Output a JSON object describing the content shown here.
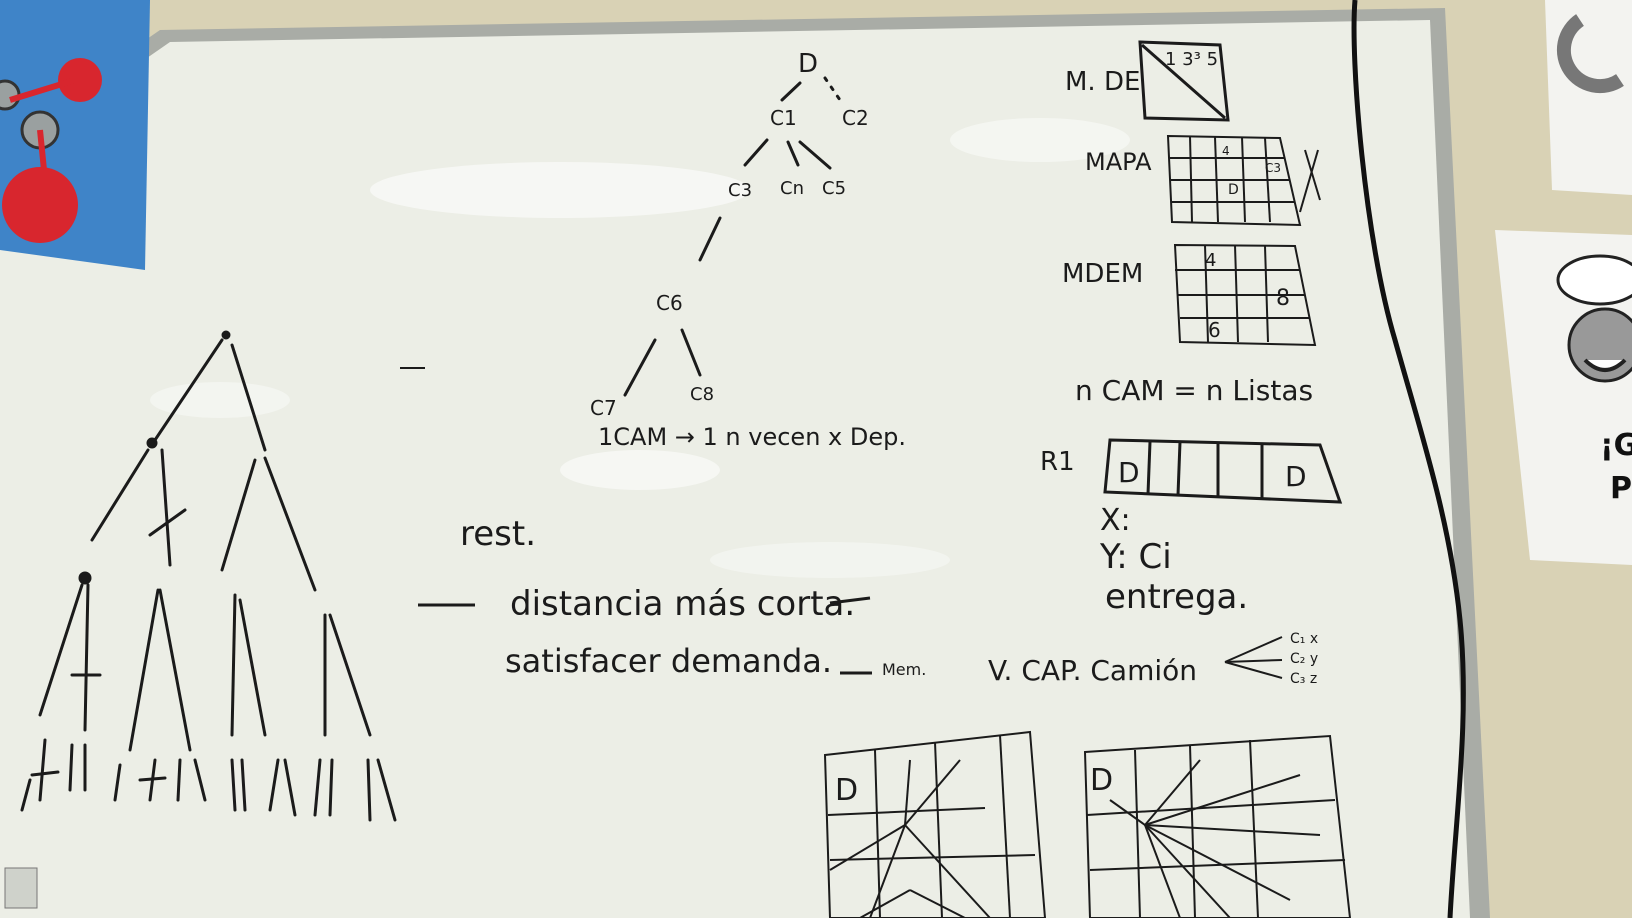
{
  "scene": {
    "subject": "whiteboard",
    "colors": {
      "wall": "#d9d2b5",
      "board": "#ecefe8",
      "frame": "#a9aca6",
      "ink": "#1b1b1b",
      "cable": "#111111",
      "poster_blue": "#3f84c8",
      "poster_red": "#d8262e",
      "paper": "#f3f3f0"
    }
  },
  "tree": {
    "root": "D",
    "c1": "C1",
    "c2": "C2",
    "c3": "C3",
    "cn": "Cn",
    "c5": "C5",
    "c6": "C6",
    "c7": "C7",
    "c8": "C8",
    "cam_note": "1CAM → 1 n vecen x Dep."
  },
  "notes": {
    "rest": "rest.",
    "distancia": "distancia más corta.",
    "satisfacer": "satisfacer demanda.",
    "mem_tag": "Mem.",
    "cap_camion": "V. CAP. Camión",
    "cap_list": [
      "C₁ x",
      "C₂ y",
      "C₃ z"
    ]
  },
  "matrices": {
    "mde_label": "M. DE",
    "mde_cell_text": "1 3³ 5",
    "mapa_label": "MAPA",
    "mapa_cells": [
      "4",
      "C3",
      "D"
    ],
    "mdem_label": "MDEM",
    "mdem_cells": [
      "4",
      "8",
      "6"
    ],
    "ncam": "n CAM = n Listas",
    "r1_label": "R1",
    "r1_cells": [
      "D",
      "",
      "",
      "",
      "D"
    ],
    "x_line": "X:",
    "y_line": "Y: Ci",
    "entrega": "entrega."
  },
  "grids": {
    "left_label": "D",
    "right_label": "D"
  },
  "poster": {
    "text_lines": [
      "¡Gl",
      "Pl"
    ]
  }
}
